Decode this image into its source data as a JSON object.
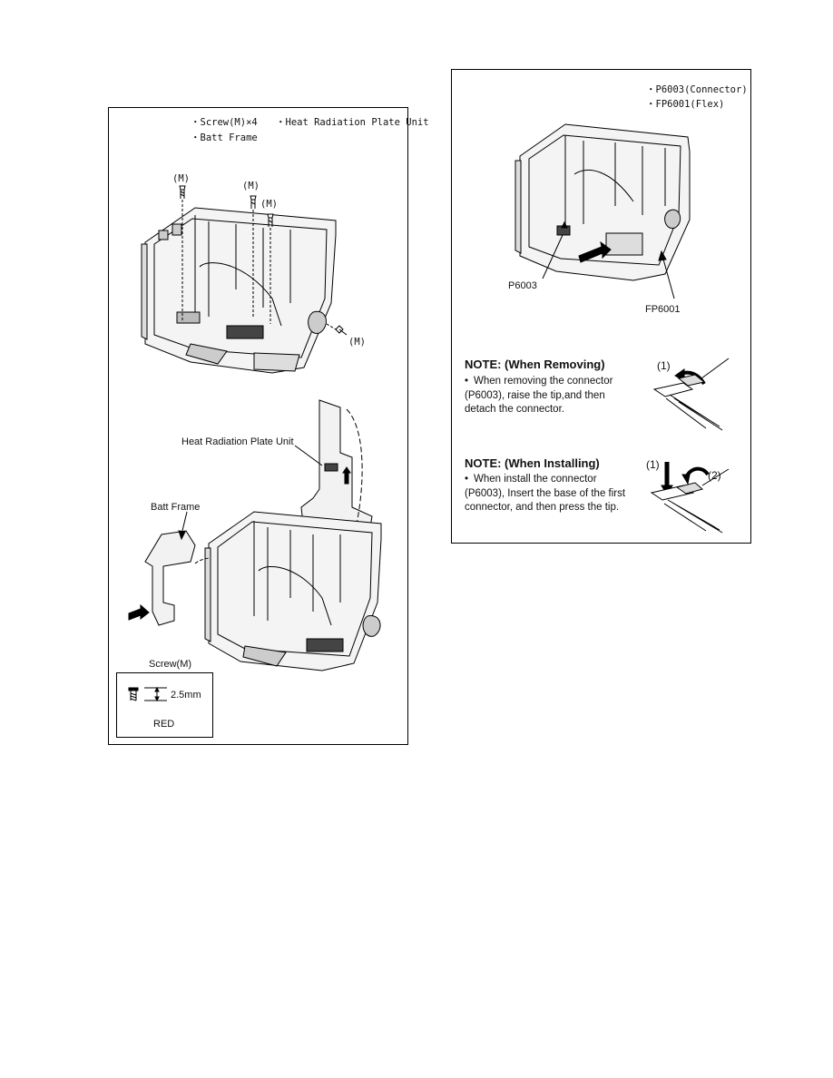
{
  "left_panel": {
    "parts_list": [
      "・Screw(M)×4",
      "・Heat Radiation Plate Unit",
      "・Batt Frame"
    ],
    "screw_labels": [
      "(M)",
      "(M)",
      "(M)",
      "(M)"
    ],
    "heat_plate_label": "Heat Radiation Plate Unit",
    "batt_frame_label": "Batt Frame",
    "screw_spec": {
      "title": "Screw(M)",
      "length": "2.5mm",
      "color": "RED"
    }
  },
  "right_panel": {
    "parts_list": [
      "・P6003(Connector)",
      "・FP6001(Flex)"
    ],
    "callouts": [
      "P6003",
      "FP6001"
    ],
    "note_removing": {
      "title": "NOTE: (When Removing)",
      "body": "When removing the connector (P6003), raise the tip,and then detach the connector.",
      "step": "(1)"
    },
    "note_installing": {
      "title": "NOTE: (When Installing)",
      "body": "When install the connector (P6003), Insert the base of the first connector, and then press the tip.",
      "steps": [
        "(1)",
        "(2)"
      ]
    }
  }
}
